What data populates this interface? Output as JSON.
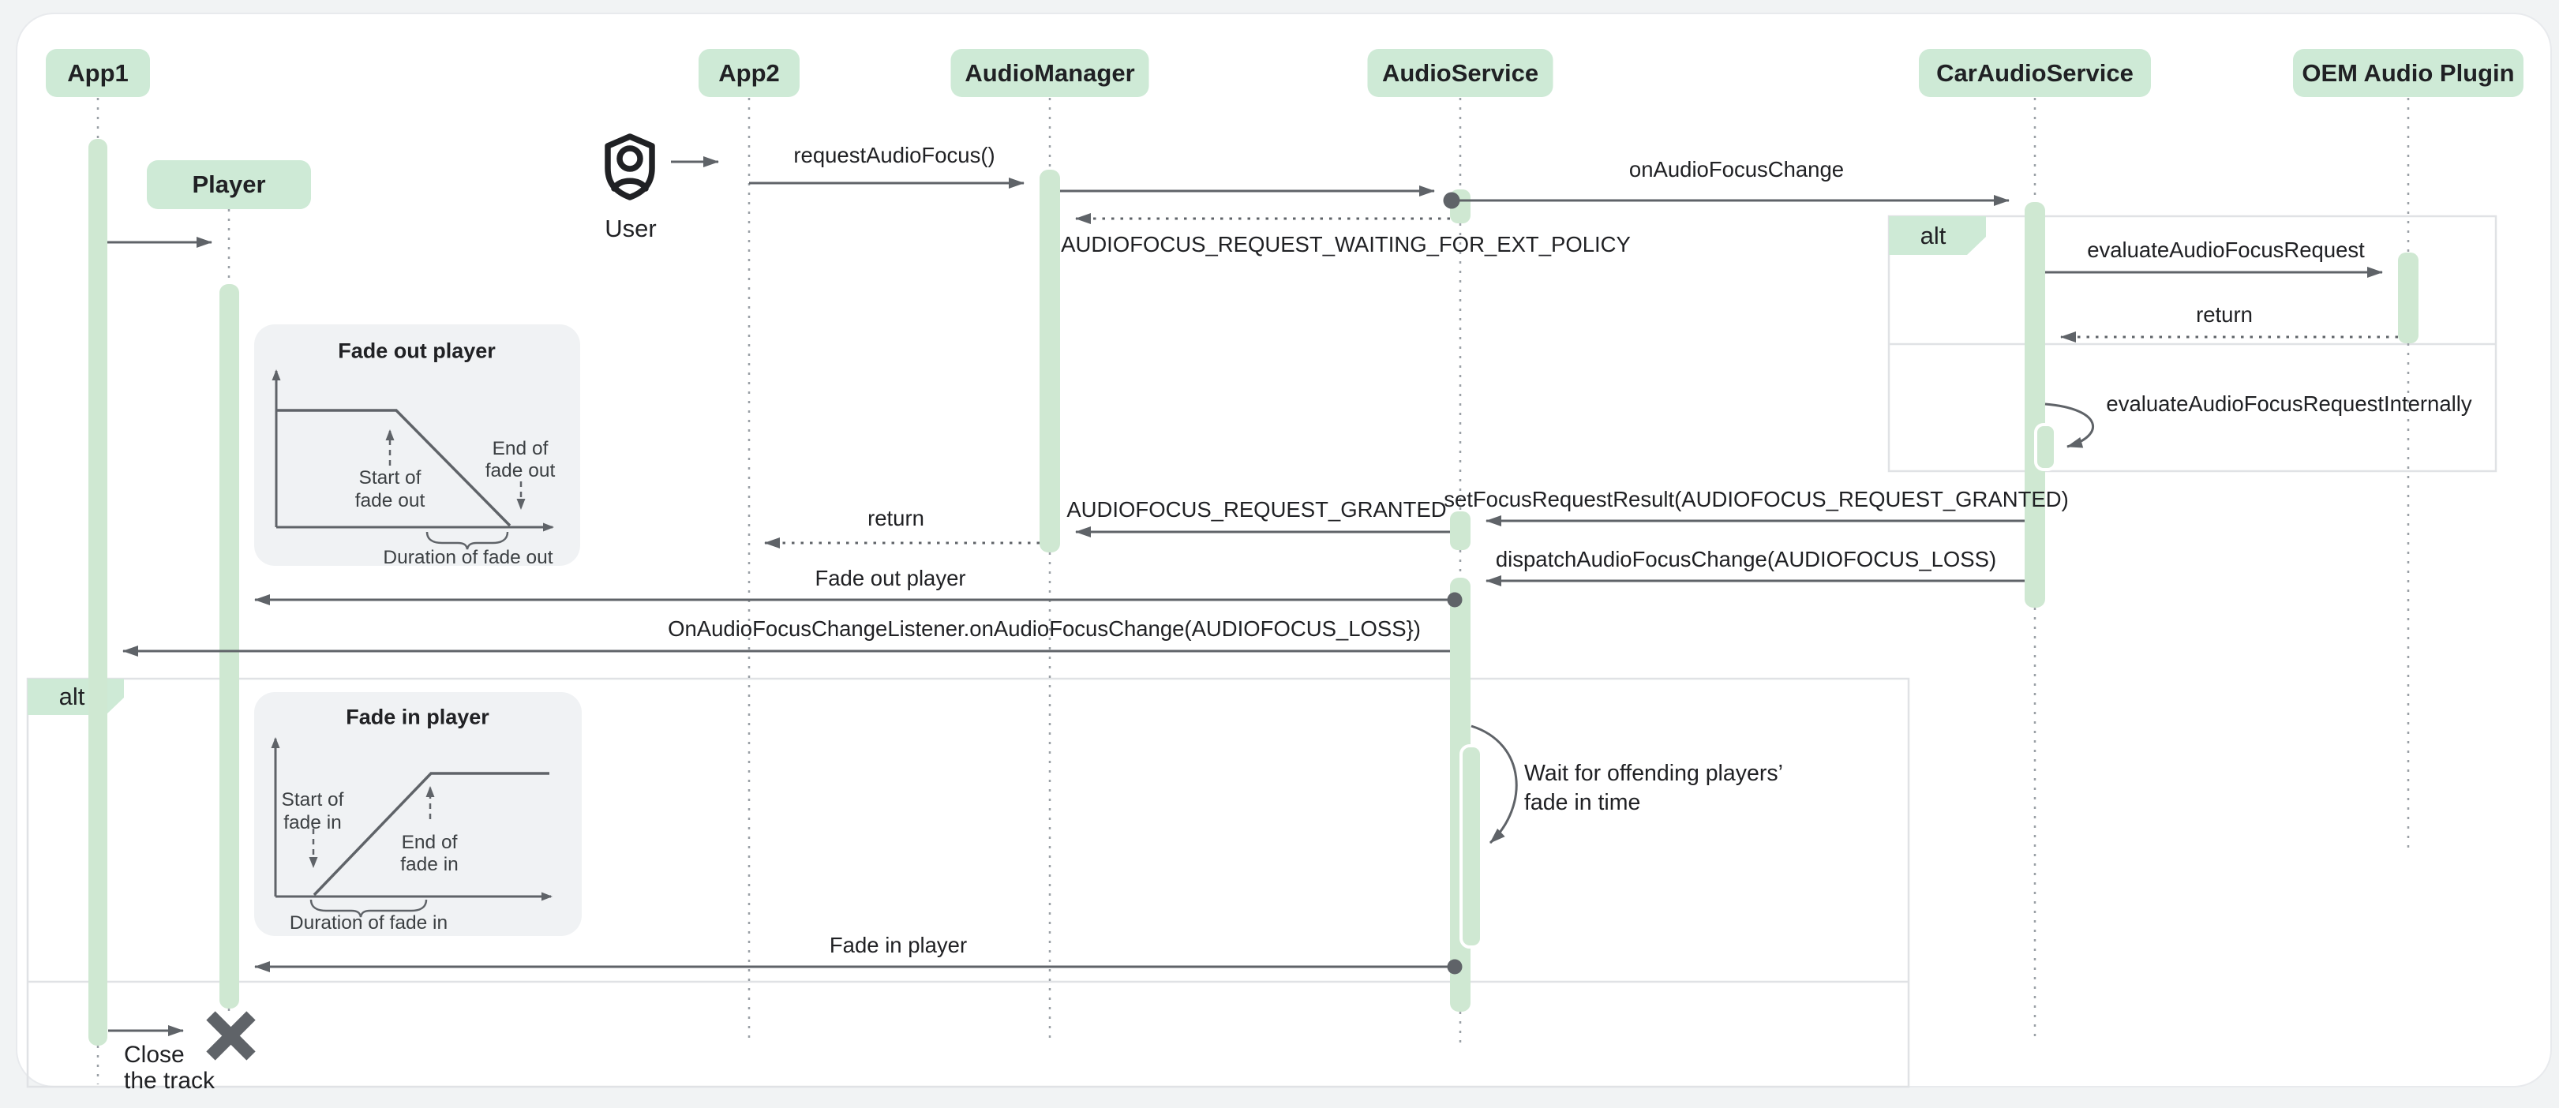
{
  "colors": {
    "background": "#f1f3f4",
    "canvas": "#ffffff",
    "accent_green": "#ceead6",
    "activation_green": "#cfe8d2",
    "arrow_gray": "#5f6368",
    "lifeline_gray": "#9aa0a6",
    "fragment_border": "#e0e2e5",
    "inset_background": "#f0f2f4"
  },
  "participants": [
    {
      "label": "App1"
    },
    {
      "label": "Player"
    },
    {
      "label": "App2"
    },
    {
      "label": "AudioManager"
    },
    {
      "label": "AudioService"
    },
    {
      "label": "CarAudioService"
    },
    {
      "label": "OEM Audio Plugin"
    }
  ],
  "actor": {
    "label": "User"
  },
  "fragments": {
    "outer_label": "alt",
    "inner_label": "alt"
  },
  "messages": {
    "request": "requestAudioFocus()",
    "on_audio_focus_change": "onAudioFocusChange",
    "waiting": "AUDIOFOCUS_REQUEST_WAITING_FOR_EXT_POLICY",
    "evaluate": "evaluateAudioFocusRequest",
    "evaluate_return": "return",
    "evaluate_internally": "evaluateAudioFocusRequestInternally",
    "set_focus_result": "setFocusRequestResult(AUDIOFOCUS_REQUEST_GRANTED)",
    "granted": "AUDIOFOCUS_REQUEST_GRANTED",
    "manager_return": "return",
    "dispatch": "dispatchAudioFocusChange(AUDIOFOCUS_LOSS)",
    "fade_out": "Fade out player",
    "focus_loss_listener": "OnAudioFocusChangeListener.onAudioFocusChange(AUDIOFOCUS_LOSS})",
    "wait_line1": "Wait for offending players’",
    "wait_line2": "fade in time",
    "fade_in": "Fade in player",
    "close_line1": "Close",
    "close_line2": "the track"
  },
  "insets": {
    "fade_out": {
      "title": "Fade out player",
      "start_line1": "Start of",
      "start_line2": "fade out",
      "end_line1": "End of",
      "end_line2": "fade out",
      "duration": "Duration of fade out"
    },
    "fade_in": {
      "title": "Fade in player",
      "start_line1": "Start of",
      "start_line2": "fade in",
      "end_line1": "End of",
      "end_line2": "fade in",
      "duration": "Duration of fade in"
    }
  }
}
